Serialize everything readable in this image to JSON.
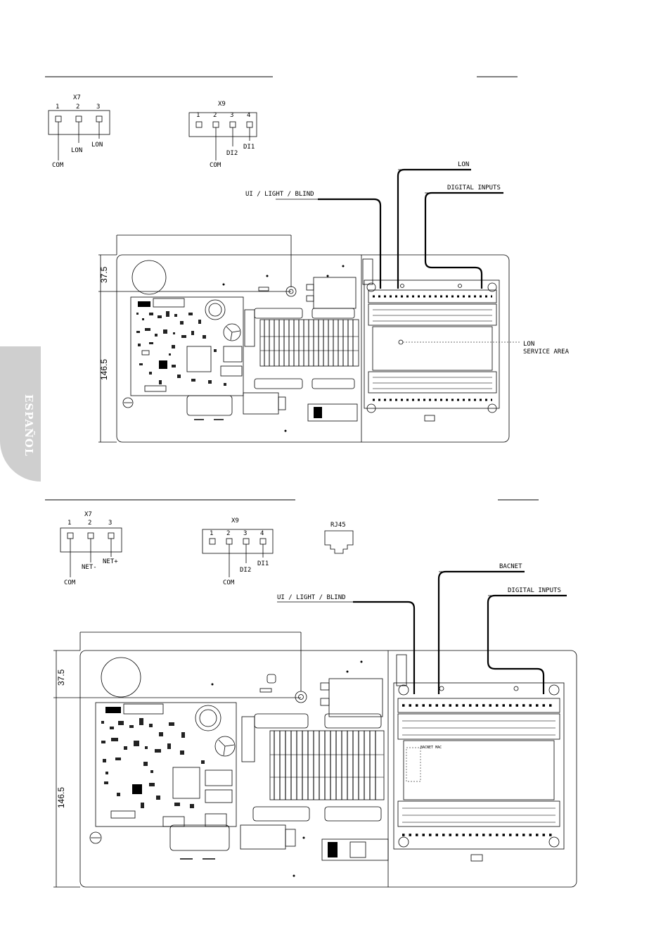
{
  "side_tab": {
    "label": "ESPAÑOL"
  },
  "top": {
    "x7": {
      "title": "X7",
      "pins": [
        "1",
        "2",
        "3"
      ],
      "wires": [
        "COM",
        "LON",
        "LON"
      ]
    },
    "x9": {
      "title": "X9",
      "pins": [
        "1",
        "2",
        "3",
        "4"
      ],
      "wires": [
        "COM",
        "DI2",
        "DI1"
      ]
    },
    "callouts": {
      "lon": "LON",
      "digital_inputs": "DIGITAL INPUTS",
      "ui": "UI / LIGHT / BLIND",
      "service1": "LON",
      "service2": "SERVICE AREA"
    },
    "dims": {
      "d1": "37.5",
      "d2": "146.5"
    }
  },
  "bottom": {
    "x7": {
      "title": "X7",
      "pins": [
        "1",
        "2",
        "3"
      ],
      "wires": [
        "COM",
        "NET-",
        "NET+"
      ]
    },
    "x9": {
      "title": "X9",
      "pins": [
        "1",
        "2",
        "3",
        "4"
      ],
      "wires": [
        "COM",
        "DI2",
        "DI1"
      ]
    },
    "rj45": "RJ45",
    "callouts": {
      "bacnet": "BACNET",
      "digital_inputs": "DIGITAL INPUTS",
      "ui": "UI / LIGHT / BLIND",
      "module_label": "BACNET MAC"
    },
    "dims": {
      "d1": "37.5",
      "d2": "146.5"
    }
  }
}
